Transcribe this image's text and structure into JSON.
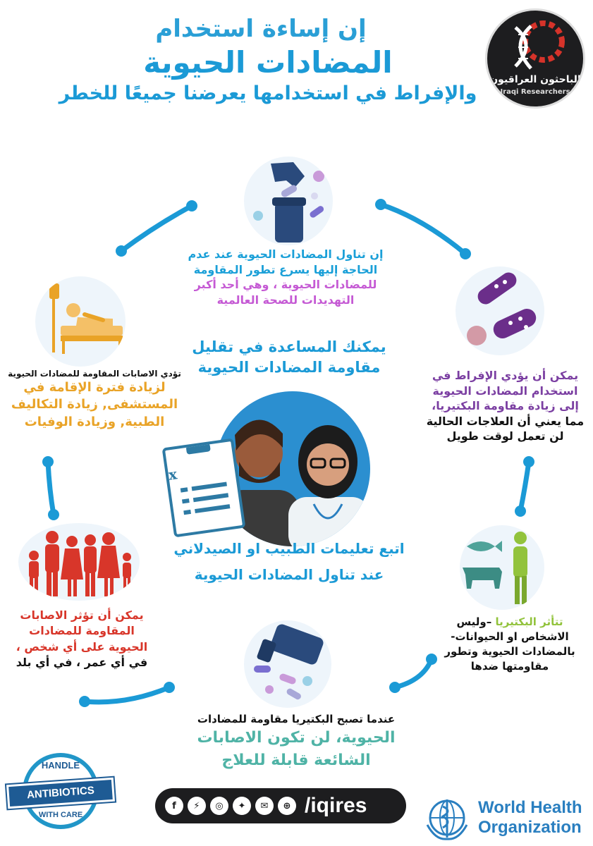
{
  "header": {
    "line1": "إن إساءة استخدام",
    "line2": "المضادات الحيوية",
    "line3": "والإفراط في استخدامها يعرضنا جميعًا للخطر"
  },
  "logo": {
    "arabic": "الباحثون العراقيون",
    "english": "Iraqi Researchers"
  },
  "center": {
    "question_line1": "يمكنك المساعدة في تقليل",
    "question_line2": "مقاومة المضادات الحيوية",
    "answer_line1": "اتبع تعليمات الطبيب او الصيدلاني",
    "answer_line2": "عند تناول المضادات الحيوية"
  },
  "top_item": {
    "line1": "إن تناول المضادات الحيوية عند عدم",
    "line2": "الحاجة إليها يسرع تطور المقاومة",
    "line3": "للمضادات الحيوية ، وهي أحد أكبر",
    "line4": "التهديدات للصحة العالمية"
  },
  "right_upper_item": {
    "line1": "يمكن أن يؤدي الإفراط في",
    "line2": "استخدام المضادات الحيوية",
    "line3": "إلى زيادة مقاومة البكتيريا،",
    "line4": "مما يعني أن العلاجات الحالية",
    "line5": "لن تعمل لوقت طويل"
  },
  "left_upper_item": {
    "line1": "تؤدي الاصابات المقاومة للمضادات الحيوية",
    "line2": "لزيادة فترة الإقامة في",
    "line3": "المستشفى, زيادة التكاليف",
    "line4": "الطبية, وزيادة الوفيات"
  },
  "right_lower_item": {
    "line1_green": "تتأثر البكتيريا",
    "line1_black": "–وليس",
    "line2": "الاشخاص او الحيوانات-",
    "line3": "بالمضادات الحيوية وتطور",
    "line4": "مقاومتها ضدها"
  },
  "left_lower_item": {
    "line1": "يمكن أن تؤثر الاصابات",
    "line2": "المقاومة للمضادات",
    "line3": "الحيوية على أي شخص ،",
    "line4": "في أي عمر ، في أي بلد"
  },
  "bottom_item": {
    "line1": "عندما تصبح البكتيريا مقاومة للمضادات",
    "line2": "الحيوية، لن تكون الاصابات",
    "line3": "الشائعة قابلة للعلاج"
  },
  "footer": {
    "handle": "/iqires",
    "social_icons": [
      "facebook-icon",
      "messenger-icon",
      "instagram-icon",
      "twitter-icon",
      "mail-icon",
      "globe-icon"
    ],
    "badge_top": "HANDLE",
    "badge_middle": "ANTIBIOTICS",
    "badge_bottom": "WITH CARE",
    "who_line1": "World Health",
    "who_line2": "Organization"
  },
  "colors": {
    "primary_blue": "#1b9ad6",
    "purple": "#7b3fa2",
    "orange": "#e9a327",
    "red": "#d8362a",
    "green": "#92c33c",
    "teal": "#4fb3a6",
    "dark": "#1d1d1f"
  }
}
